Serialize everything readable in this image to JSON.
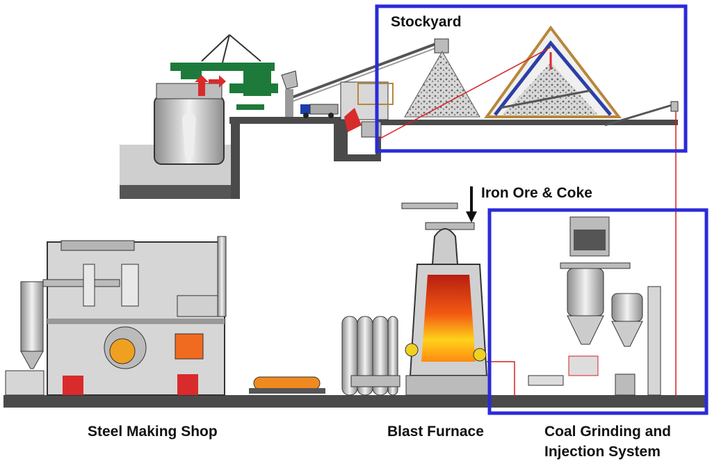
{
  "labels": {
    "stockyard": "Stockyard",
    "iron_ore_coke": "Iron Ore & Coke",
    "steel_making_shop": "Steel Making Shop",
    "blast_furnace": "Blast Furnace",
    "coal_grinding_line1": "Coal Grinding and",
    "coal_grinding_line2": "Injection System"
  },
  "colors": {
    "highlight_box": "#2b2bd9",
    "ground": "#4a4a4a",
    "equipment": "#c9c9c9",
    "crane": "#1e7a3a",
    "hot_metal": "#e8501a",
    "process_line": "#d42020",
    "roof_frame": "#b8863a"
  }
}
